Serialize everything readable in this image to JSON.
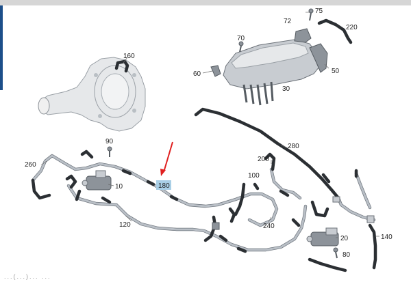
{
  "diagram": {
    "callouts": [
      {
        "id": "c75",
        "label": "75"
      },
      {
        "id": "c72",
        "label": "72"
      },
      {
        "id": "c220",
        "label": "220"
      },
      {
        "id": "c70",
        "label": "70"
      },
      {
        "id": "c160",
        "label": "160"
      },
      {
        "id": "c60",
        "label": "60"
      },
      {
        "id": "c50",
        "label": "50"
      },
      {
        "id": "c30",
        "label": "30"
      },
      {
        "id": "c280",
        "label": "280"
      },
      {
        "id": "c90",
        "label": "90"
      },
      {
        "id": "c260",
        "label": "260"
      },
      {
        "id": "c200",
        "label": "200"
      },
      {
        "id": "c180",
        "label": "180",
        "highlighted": true
      },
      {
        "id": "c100",
        "label": "100"
      },
      {
        "id": "c10",
        "label": "10"
      },
      {
        "id": "c120",
        "label": "120"
      },
      {
        "id": "c240",
        "label": "240"
      },
      {
        "id": "c20",
        "label": "20"
      },
      {
        "id": "c140",
        "label": "140"
      },
      {
        "id": "c80",
        "label": "80"
      }
    ],
    "colors": {
      "highlight": "#a9cfe6",
      "arrow": "#e02020",
      "hose_light": "#b9bfc6",
      "hose_dark": "#2b2f33"
    }
  },
  "footer": {
    "note": "...(...)... ..."
  }
}
